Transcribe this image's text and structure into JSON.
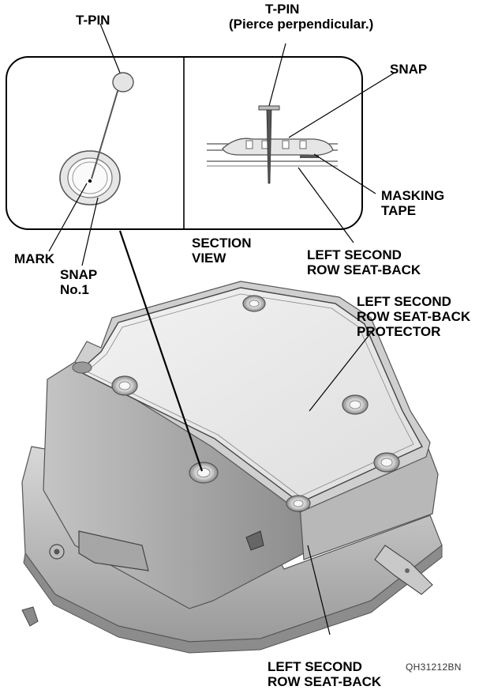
{
  "labels": {
    "tpin_left": "T-PIN",
    "tpin_right_line1": "T-PIN",
    "tpin_right_line2": "(Pierce perpendicular.)",
    "snap_right": "SNAP",
    "masking_tape_line1": "MASKING",
    "masking_tape_line2": "TAPE",
    "section_view_line1": "SECTION",
    "section_view_line2": "VIEW",
    "mark": "MARK",
    "snap_no1_line1": "SNAP",
    "snap_no1_line2": "No.1",
    "seatback_inset_line1": "LEFT SECOND",
    "seatback_inset_line2": "ROW SEAT-BACK",
    "protector_line1": "LEFT SECOND",
    "protector_line2": "ROW SEAT-BACK",
    "protector_line3": "PROTECTOR",
    "seatback_bottom_line1": "LEFT SECOND",
    "seatback_bottom_line2": "ROW SEAT-BACK"
  },
  "figure_code": "QH31212BN"
}
